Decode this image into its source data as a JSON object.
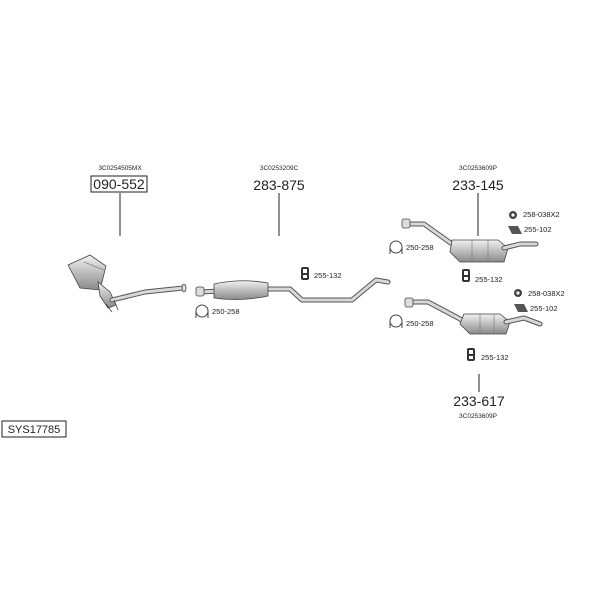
{
  "system_code": "SYS17785",
  "assemblies": [
    {
      "oem": "3C0254505MX",
      "part": "090-552",
      "boxed": true
    },
    {
      "oem": "3C0253209C",
      "part": "283-875",
      "boxed": false
    },
    {
      "oem": "3C0253609P",
      "part": "233-145",
      "boxed": false
    },
    {
      "oem": "3C0253609P",
      "part": "233-617",
      "boxed": false
    }
  ],
  "hardware": {
    "clamp_mid": "250-258",
    "hanger_mid": "255-132",
    "clamp_top": "250-258",
    "bracket_top": "258-038X2",
    "mount_top": "255-102",
    "hanger_top": "255-132",
    "clamp_bottom": "250-258",
    "bracket_bottom": "258-038X2",
    "mount_bottom": "255-102",
    "hanger_bottom": "255-132"
  },
  "colors": {
    "pipe_fill": "#d8d8d8",
    "pipe_outline": "#555555",
    "ink": "#222222"
  }
}
